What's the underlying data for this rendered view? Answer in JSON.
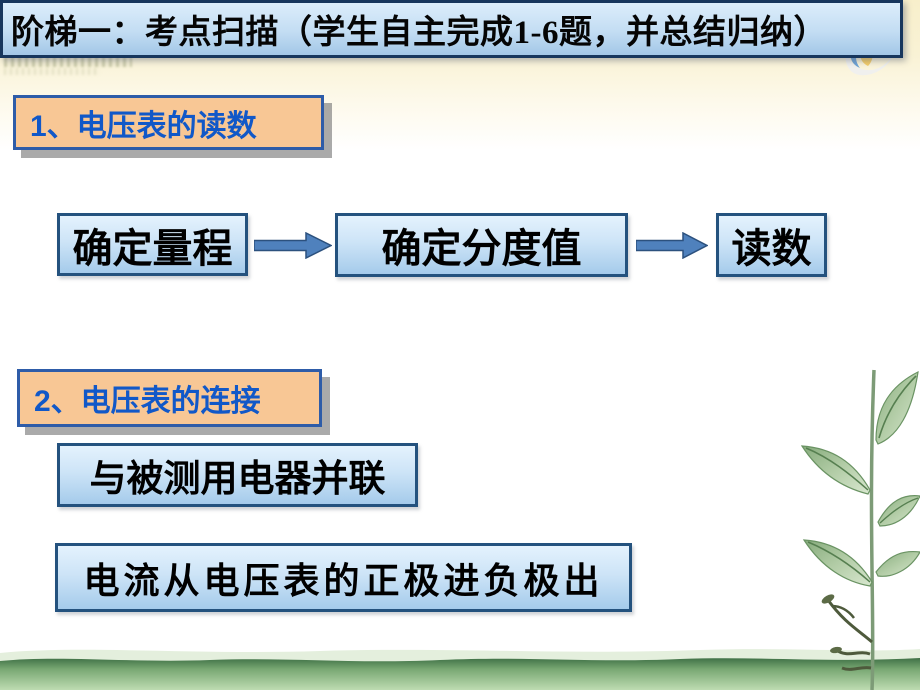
{
  "slide": {
    "banner": {
      "title": "阶梯一：考点扫描（学生自主完成1-6题，并总结归纳）"
    },
    "sections": {
      "reading": {
        "heading": "1、电压表的读数",
        "flow_steps": [
          {
            "label": "确定量程"
          },
          {
            "label": "确定分度值"
          },
          {
            "label": "读数"
          }
        ]
      },
      "connection": {
        "heading": "2、电压表的连接",
        "rules": [
          {
            "label": "与被测用电器并联"
          },
          {
            "label": "电流从电压表的正极进负极出"
          }
        ]
      }
    },
    "icons": {
      "flow_arrow": "arrow-right-icon",
      "plant": "sprout-plant-illustration",
      "logo": "publisher-logo-icon"
    },
    "colors": {
      "banner_fill_top": "#dcedfb",
      "banner_fill_bottom": "#a3c7e7",
      "banner_border": "#17365d",
      "heading_fill": "#f8c795",
      "heading_text": "#1158c8",
      "heading_border": "#2e5ca8",
      "box_fill_top": "#e4f2fd",
      "box_fill_bottom": "#a5cbeb",
      "box_border": "#24527e",
      "arrow_fill": "#4f81bd",
      "grass_dark": "#3f7046",
      "grass_light": "#bedcb2",
      "background_top": "#f8efcb"
    }
  }
}
